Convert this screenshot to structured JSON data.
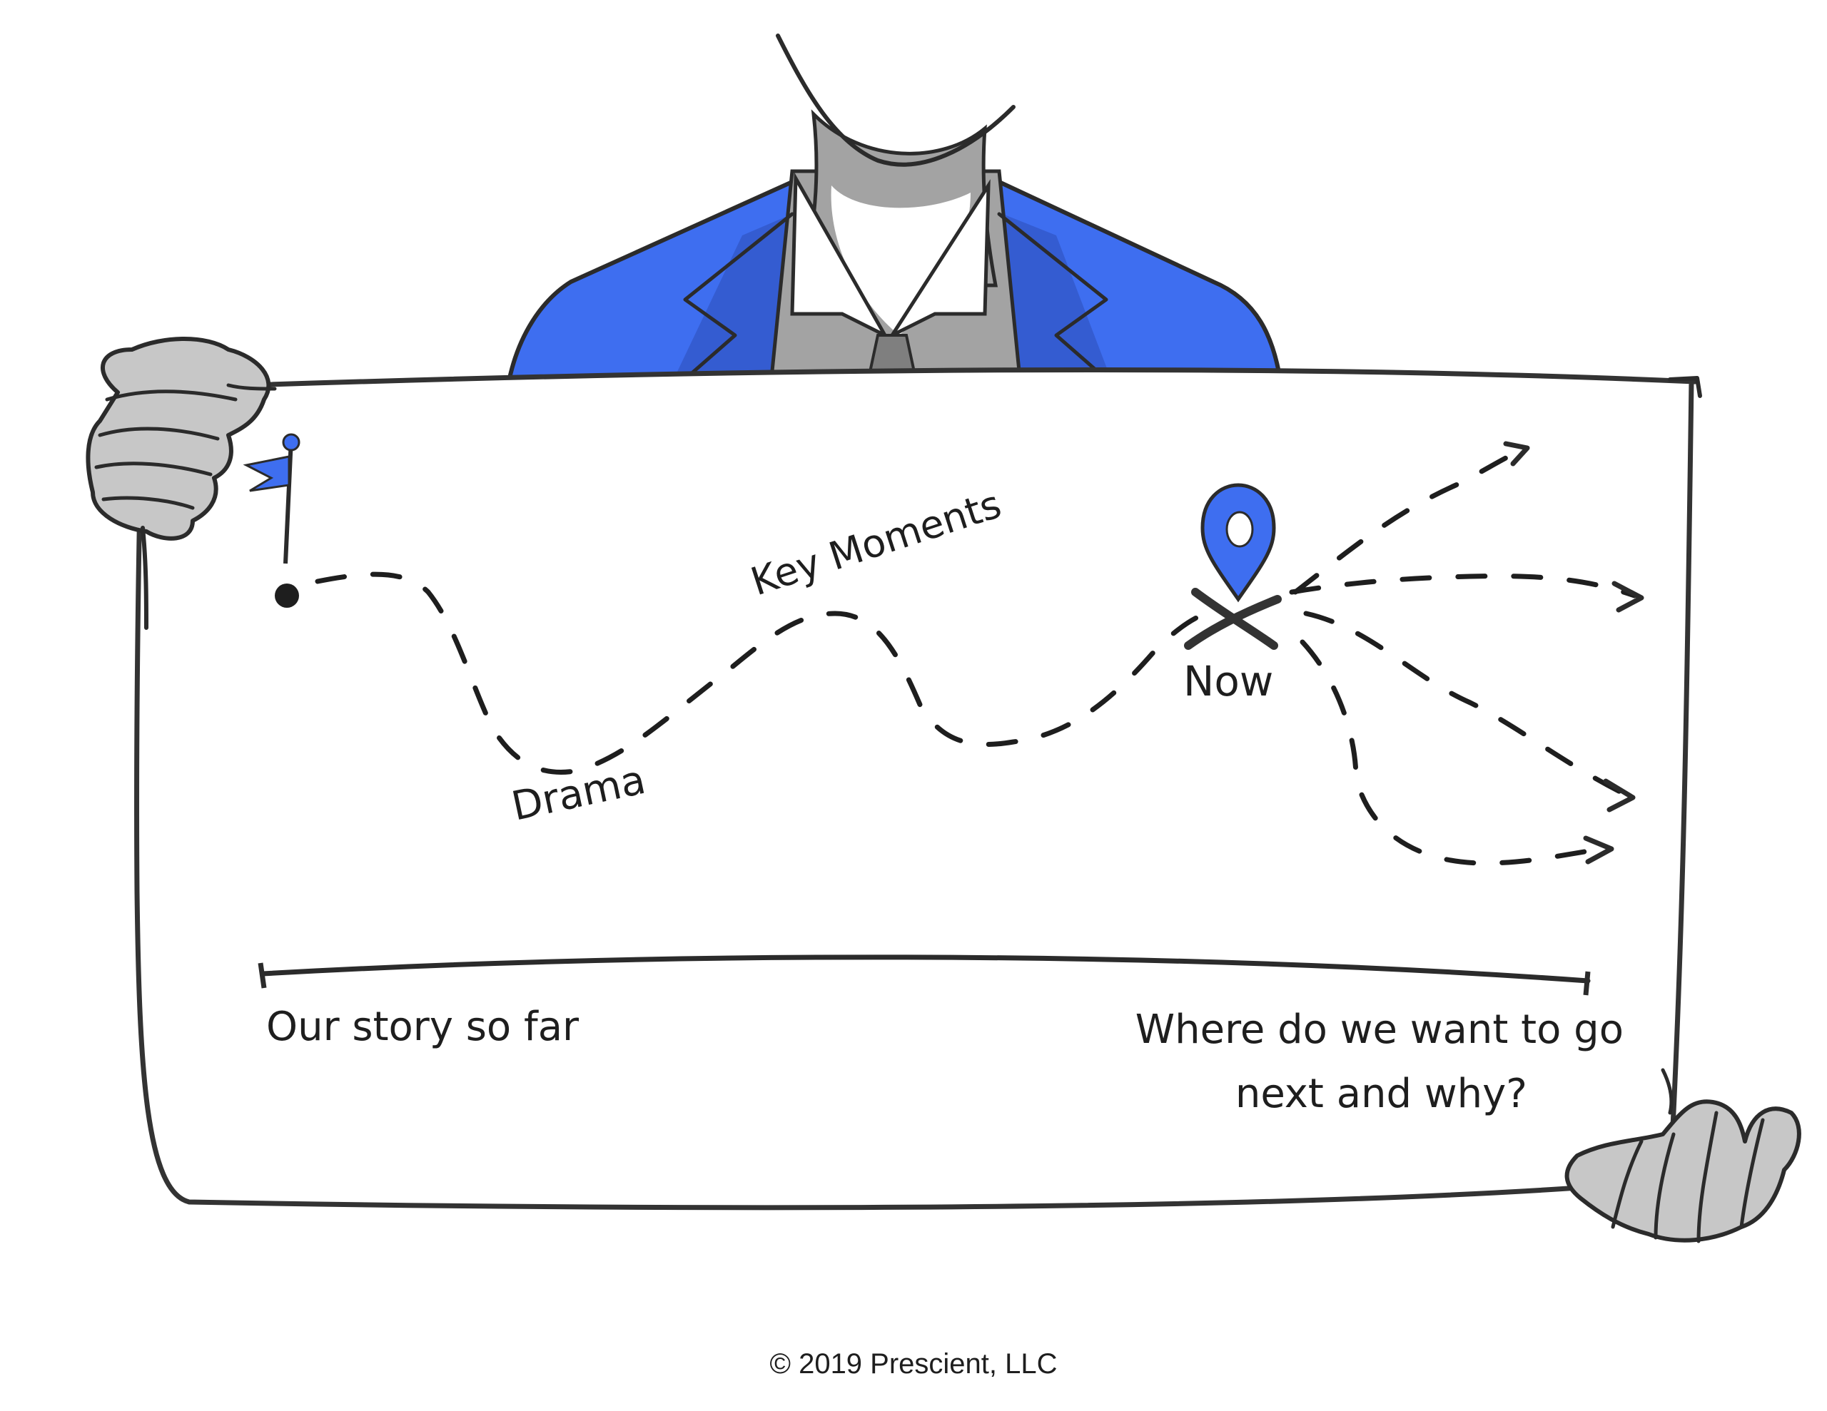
{
  "labels": {
    "key_moments": "Key Moments",
    "drama": "Drama",
    "now": "Now",
    "story_so_far": "Our story so far",
    "where_next_line1": "Where do we want to go",
    "where_next_line2": "next and why?"
  },
  "footer": {
    "copyright": "© 2019 Prescient, LLC"
  },
  "colors": {
    "accent_blue": "#3e6ef0",
    "dark_blue": "#2c4fb8",
    "ink": "#2b2b2b",
    "gray": "#a3a3a3",
    "dark_gray": "#7f7f7f"
  },
  "icons": [
    "flag-icon",
    "location-pin-icon",
    "x-mark-icon"
  ]
}
